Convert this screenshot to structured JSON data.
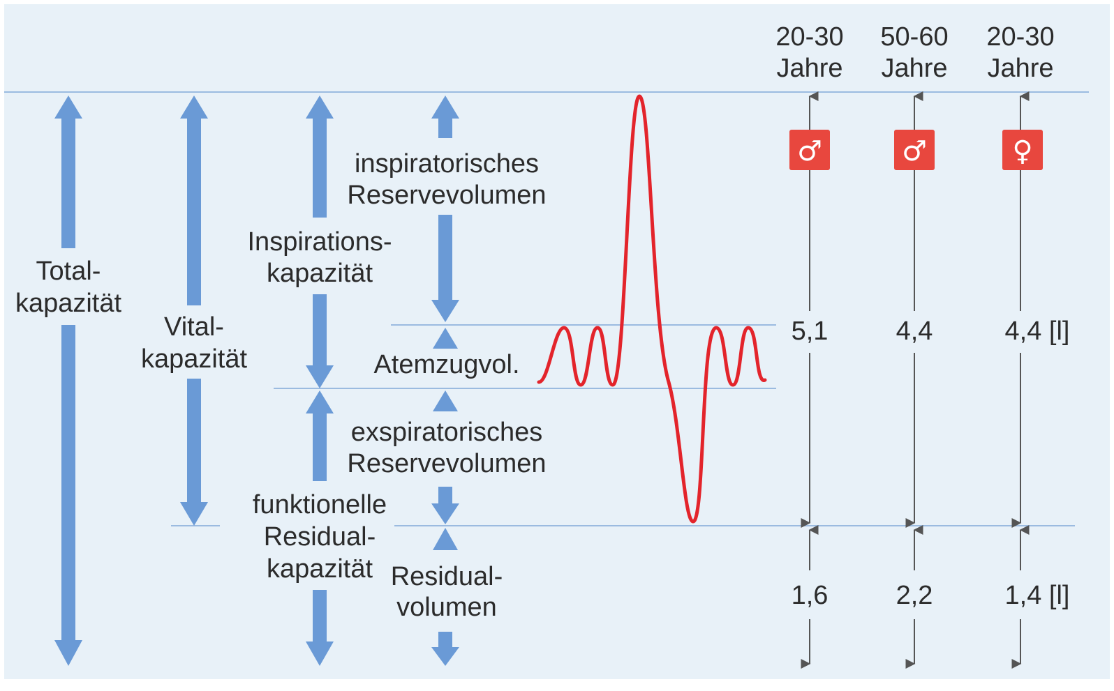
{
  "colors": {
    "background": "#e8f1f8",
    "arrow_blue": "#6a9ad6",
    "line_blue": "#9bbbe0",
    "curve_red": "#e3242b",
    "badge_red": "#e8473e",
    "gray_arrow": "#555555"
  },
  "labels": {
    "total_1": "Total-",
    "total_2": "kapazität",
    "vital_1": "Vital-",
    "vital_2": "kapazität",
    "insp_cap_1": "Inspirations-",
    "insp_cap_2": "kapazität",
    "frc_1": "funktionelle",
    "frc_2": "Residual-",
    "frc_3": "kapazität",
    "irv_1": "inspiratorisches",
    "irv_2": "Reservevolumen",
    "tidal": "Atemzugvol.",
    "erv_1": "exspiratorisches",
    "erv_2": "Reservevolumen",
    "rv_1": "Residual-",
    "rv_2": "volumen"
  },
  "groups": [
    {
      "age_1": "20-30",
      "age_2": "Jahre",
      "sex_icon": "male-icon",
      "sex_symbol": "♂",
      "vital_capacity": "5,1",
      "residual_volume": "1,6"
    },
    {
      "age_1": "50-60",
      "age_2": "Jahre",
      "sex_icon": "male-icon",
      "sex_symbol": "♂",
      "vital_capacity": "4,4",
      "residual_volume": "2,2"
    },
    {
      "age_1": "20-30",
      "age_2": "Jahre",
      "sex_icon": "female-icon",
      "sex_symbol": "♀",
      "vital_capacity": "4,4 [l]",
      "residual_volume": "1,4 [l]"
    }
  ]
}
